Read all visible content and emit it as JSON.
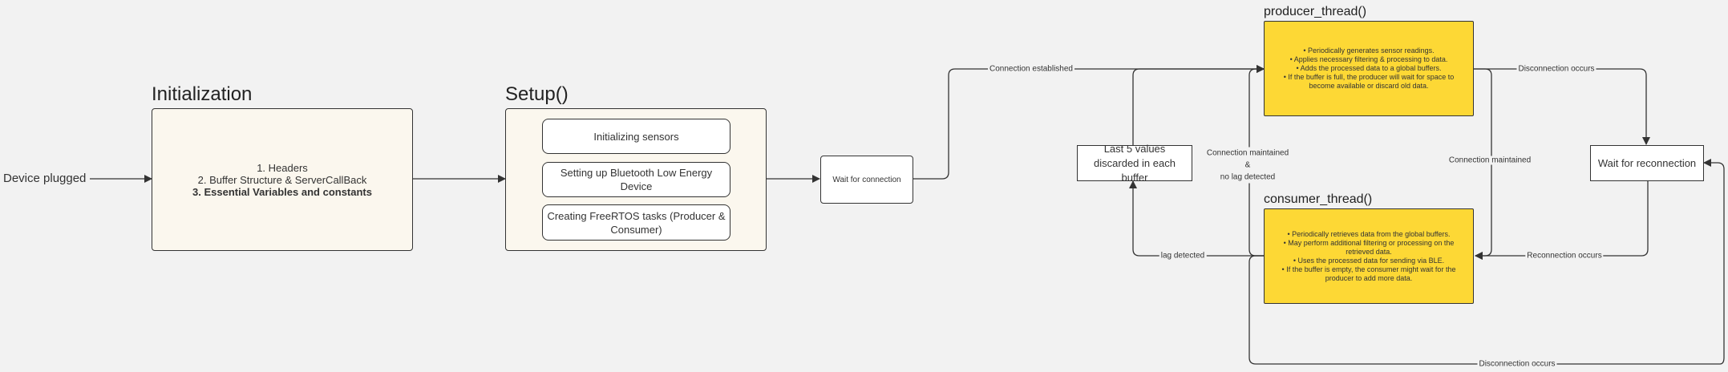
{
  "start_label": "Device plugged",
  "initialization": {
    "title": "Initialization",
    "items": [
      "1. Headers",
      "2. Buffer Structure & ServerCallBack",
      "3. Essential Variables and constants"
    ]
  },
  "setup": {
    "title": "Setup()",
    "items": [
      "Initializing sensors",
      "Setting up Bluetooth Low Energy Device",
      "Creating FreeRTOS tasks (Producer & Consumer)"
    ]
  },
  "wait_connection": "Wait for connection",
  "wait_reconnection": "Wait for reconnection",
  "discard_box": "Last 5 values discarded in each buffer",
  "producer": {
    "title": "producer_thread()",
    "items": [
      "Periodically generates sensor readings.",
      "Applies necessary filtering & processing to data.",
      "Adds the processed data to a global buffers.",
      "If the buffer is full, the producer will wait for space to become available or discard old data."
    ]
  },
  "consumer": {
    "title": "consumer_thread()",
    "items": [
      "Periodically retrieves data from the global buffers.",
      "May perform additional filtering or processing on the retrieved data.",
      "Uses the processed data for sending via BLE.",
      "If the buffer is empty, the consumer might wait for the producer to add more data."
    ]
  },
  "edges": {
    "connection_established": "Connection established",
    "disconnection_top": "Disconnection occurs",
    "connection_maintained_right": "Connection maintained",
    "reconnection": "Reconnection occurs",
    "lag_detected": "lag detected",
    "connection_maintained_left": "Connection maintained",
    "ampersand": "&",
    "no_lag": "no lag detected",
    "disconnection_bottom": "Disconnection occurs"
  }
}
